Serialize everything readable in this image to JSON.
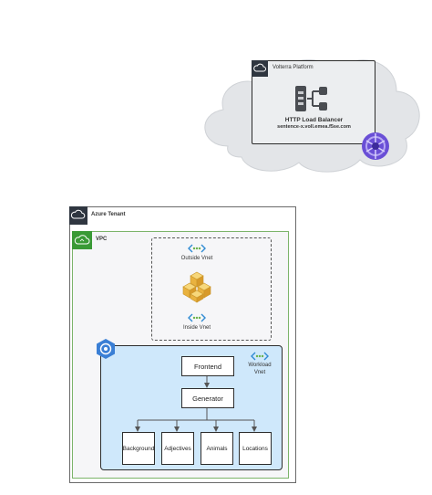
{
  "volterra": {
    "title": "Volterra Platform",
    "lb_title": "HTTP Load Balancer",
    "lb_host": "sentence-x.voll.emea.f5se.com"
  },
  "azure": {
    "title": "Azure Tenant",
    "vpc_label": "VPC",
    "outside_vnet": "Outside Vnet",
    "inside_vnet": "Inside Vnet"
  },
  "cluster": {
    "workload_vnet_line1": "Workload",
    "workload_vnet_line2": "Vnet",
    "frontend": "Frontend",
    "generator": "Generator",
    "services": [
      "Background",
      "Adjectives",
      "Animals",
      "Locations"
    ]
  },
  "colors": {
    "cluster_fill": "#cfe8fb",
    "vpc_green": "#3a9a36",
    "dark_header": "#2f3640",
    "gold": "#f1c04a",
    "purple": "#6a4fd6"
  },
  "icons": {
    "cloud": "cloud-icon",
    "vnet": "vnet-icon",
    "gateway": "cubes-icon",
    "kubernetes": "kubernetes-icon",
    "load_balancer": "load-balancer-icon",
    "volterra_logo": "volterra-logo-icon"
  }
}
